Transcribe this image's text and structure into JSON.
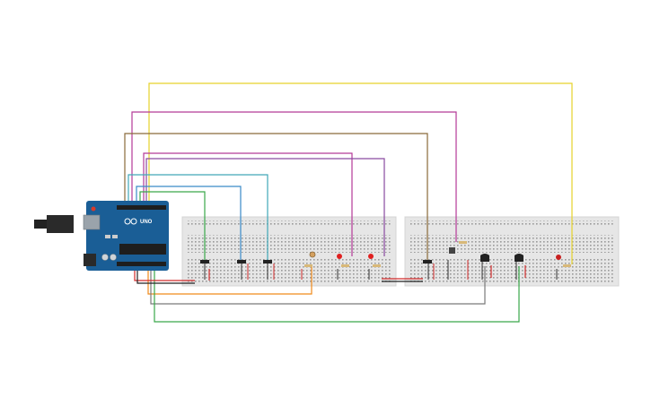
{
  "circuit": {
    "board": {
      "brand_text": "UNO",
      "board_color": "#1a5e96",
      "usb_color": "#9aa3ab",
      "jack_color": "#222222"
    },
    "breadboards": [
      {
        "name": "breadboard-left"
      },
      {
        "name": "breadboard-right"
      }
    ],
    "components": [
      {
        "name": "transistor-1",
        "kind": "transistor"
      },
      {
        "name": "transistor-2",
        "kind": "transistor"
      },
      {
        "name": "transistor-3",
        "kind": "transistor"
      },
      {
        "name": "photoresistor",
        "kind": "ldr"
      },
      {
        "name": "led-red-1",
        "kind": "led",
        "color": "#e02020"
      },
      {
        "name": "led-red-2",
        "kind": "led",
        "color": "#e02020"
      },
      {
        "name": "transistor-4",
        "kind": "transistor"
      },
      {
        "name": "pushbutton",
        "kind": "button"
      },
      {
        "name": "temperature-sensor-1",
        "kind": "sensor"
      },
      {
        "name": "temperature-sensor-2",
        "kind": "sensor"
      },
      {
        "name": "led-red-3",
        "kind": "led",
        "color": "#c82020"
      }
    ],
    "wire_colors": {
      "yellow": "#e6d22a",
      "magenta": "#b43a98",
      "brown": "#8a6a3a",
      "purple": "#8a4aa0",
      "cyan": "#40a8b8",
      "blue": "#3a8ac8",
      "green": "#3aa84a",
      "orange": "#f08a1a",
      "gray": "#7a7a7a",
      "red": "#d02a2a",
      "black": "#222222"
    }
  }
}
